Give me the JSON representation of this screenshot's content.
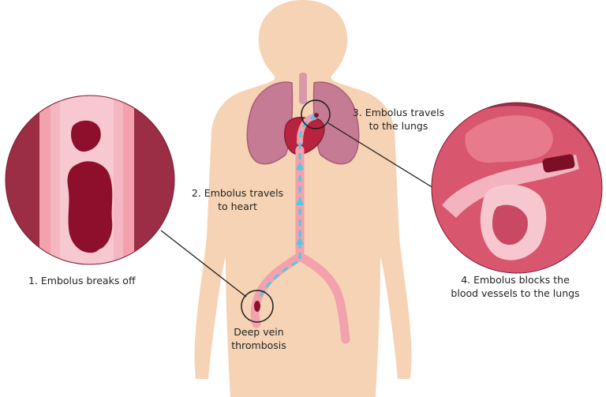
{
  "labels": {
    "step1": "1. Embolus breaks off",
    "step2": "2. Embolus travels\nto heart",
    "step3": "3. Embolus travels\nto the lungs",
    "step4": "4. Embolus blocks the\nblood vessels to the lungs",
    "dvt": "Deep vein\nthrombosis"
  },
  "colors": {
    "skin": "#f6d3b4",
    "lung": "#c67b94",
    "heart": "#b8233f",
    "vein": "#f2a1ad",
    "clot": "#8d0f2c",
    "arrow": "#4fc9e6",
    "zoom_bg": "#9b2d45"
  }
}
